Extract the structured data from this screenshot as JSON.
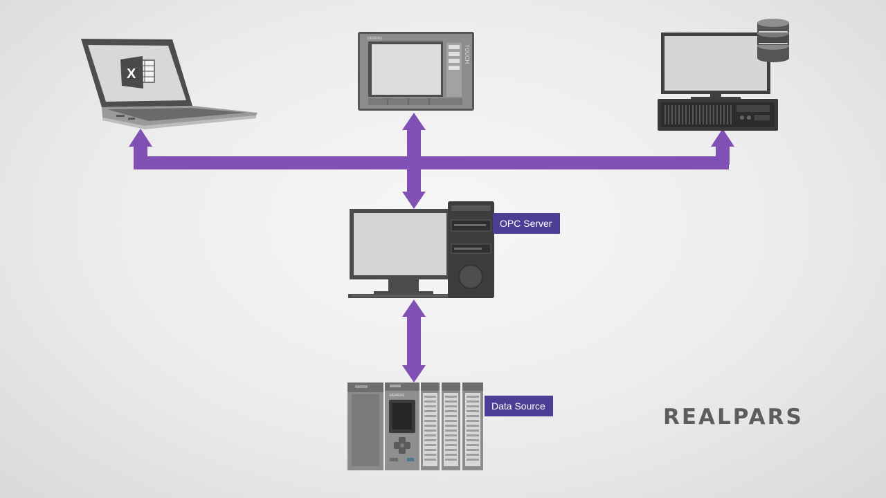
{
  "colors": {
    "arrow": "#8050b4",
    "label_bg": "#4a3f94",
    "device_dark": "#555555",
    "screen": "#d8d8d8"
  },
  "nodes": {
    "laptop": {
      "icon": "laptop-excel-icon"
    },
    "hmi": {
      "icon": "hmi-touch-panel-icon",
      "brand": "SIEMENS",
      "side_text": "TOUCH"
    },
    "historian": {
      "icon": "database-server-icon"
    },
    "opc_server": {
      "icon": "desktop-computer-icon",
      "label": "OPC Server"
    },
    "data_source": {
      "icon": "plc-icon",
      "label": "Data Source",
      "brand": "SIEMENS"
    }
  },
  "logo": {
    "text": "REALPARS"
  }
}
